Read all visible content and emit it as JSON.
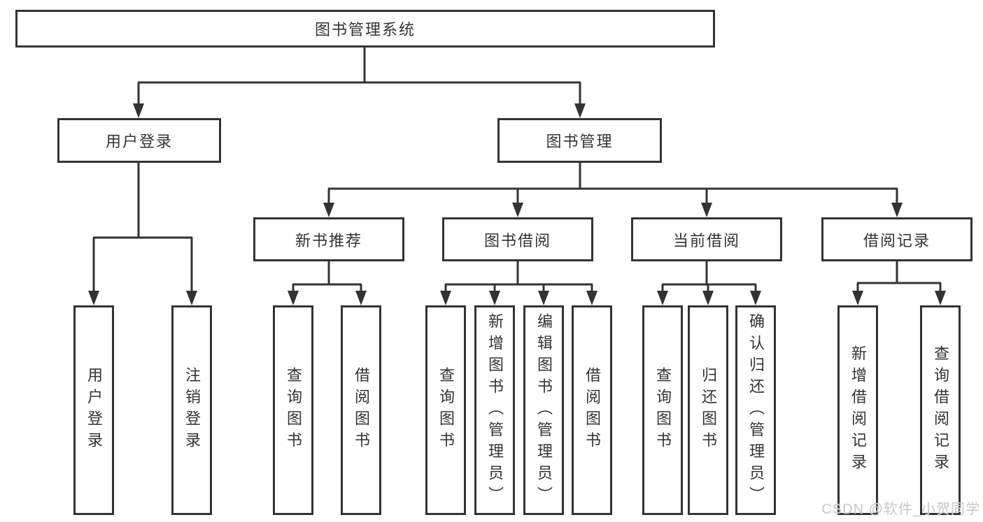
{
  "colors": {
    "line": "#333333",
    "text": "#333333",
    "watermark": "#cbcbcb",
    "background": "#ffffff"
  },
  "watermark": "CSDN @软件_小贺同学",
  "tree": {
    "root": {
      "label": "图书管理系统"
    },
    "branches": [
      {
        "label": "用户登录",
        "children": [
          {
            "label": "用户登录"
          },
          {
            "label": "注销登录"
          }
        ]
      },
      {
        "label": "图书管理",
        "children": [
          {
            "label": "新书推荐",
            "children": [
              {
                "label": "查询图书"
              },
              {
                "label": "借阅图书"
              }
            ]
          },
          {
            "label": "图书借阅",
            "children": [
              {
                "label": "查询图书"
              },
              {
                "label": "新增图书（管理员）"
              },
              {
                "label": "编辑图书（管理员）"
              },
              {
                "label": "借阅图书"
              }
            ]
          },
          {
            "label": "当前借阅",
            "children": [
              {
                "label": "查询图书"
              },
              {
                "label": "归还图书"
              },
              {
                "label": "确认归还（管理员）"
              }
            ]
          },
          {
            "label": "借阅记录",
            "children": [
              {
                "label": "新增借阅记录"
              },
              {
                "label": "查询借阅记录"
              }
            ]
          }
        ]
      }
    ]
  }
}
